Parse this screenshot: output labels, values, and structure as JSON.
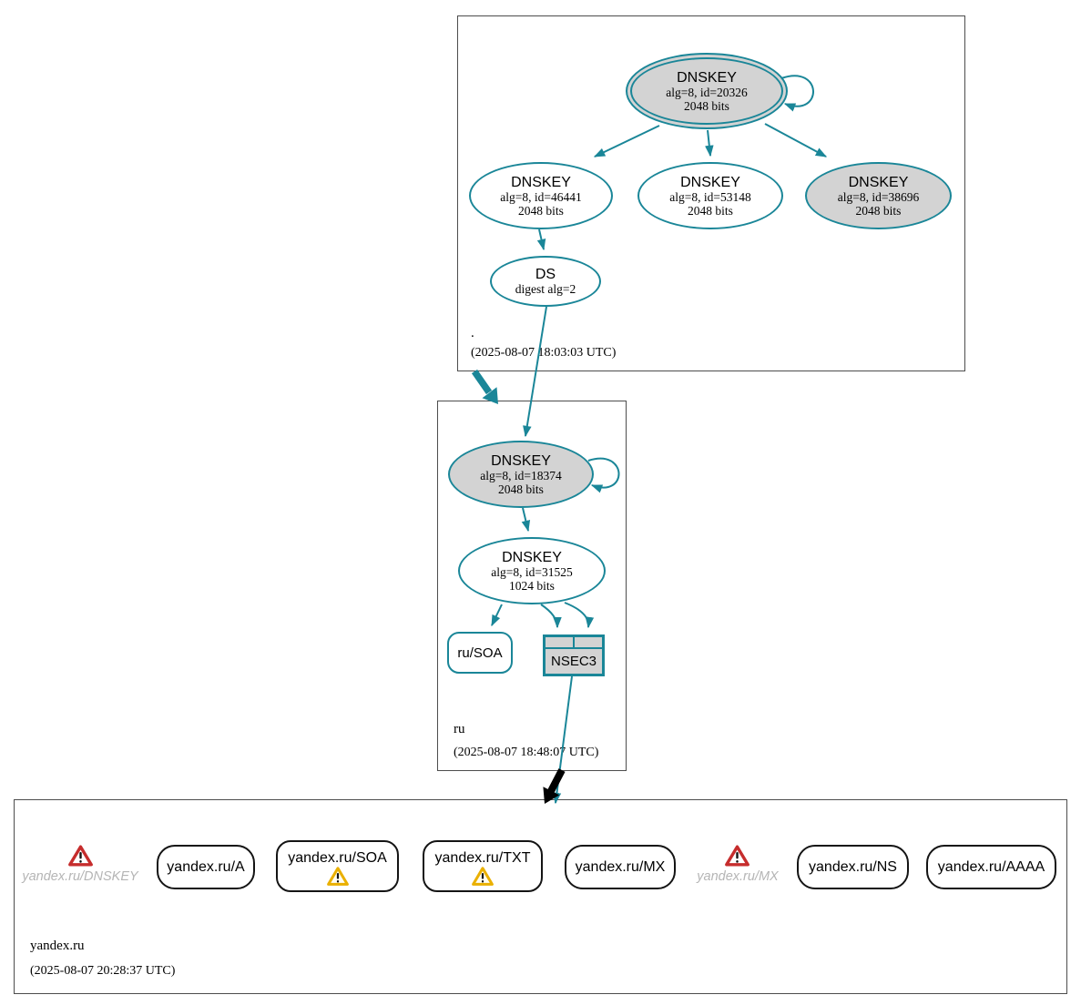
{
  "colors": {
    "edge_secure_teal": "#1a8698",
    "node_fill_gray": "#d3d3d3",
    "warning_yellow": "#eab000",
    "error_red": "#c62d2d",
    "insecure_black": "#000000",
    "ghost_text_gray": "#b5b5b5"
  },
  "zones": {
    "root": {
      "label": ".",
      "timestamp": "(2025-08-07 18:03:03 UTC)",
      "ksk": {
        "title": "DNSKEY",
        "detail1": "alg=8, id=20326",
        "detail2": "2048 bits"
      },
      "zsk1": {
        "title": "DNSKEY",
        "detail1": "alg=8, id=46441",
        "detail2": "2048 bits"
      },
      "zsk2": {
        "title": "DNSKEY",
        "detail1": "alg=8, id=53148",
        "detail2": "2048 bits"
      },
      "zsk3": {
        "title": "DNSKEY",
        "detail1": "alg=8, id=38696",
        "detail2": "2048 bits"
      },
      "ds": {
        "title": "DS",
        "detail1": "digest alg=2"
      }
    },
    "ru": {
      "label": "ru",
      "timestamp": "(2025-08-07 18:48:07 UTC)",
      "ksk": {
        "title": "DNSKEY",
        "detail1": "alg=8, id=18374",
        "detail2": "2048 bits"
      },
      "zsk": {
        "title": "DNSKEY",
        "detail1": "alg=8, id=31525",
        "detail2": "1024 bits"
      },
      "soa": {
        "label": "ru/SOA"
      },
      "nsec3": {
        "label": "NSEC3"
      }
    },
    "yandex": {
      "label": "yandex.ru",
      "timestamp": "(2025-08-07 20:28:37 UTC)",
      "dnskey_missing": {
        "label": "yandex.ru/DNSKEY"
      },
      "a": {
        "label": "yandex.ru/A"
      },
      "soa": {
        "label": "yandex.ru/SOA"
      },
      "txt": {
        "label": "yandex.ru/TXT"
      },
      "mx": {
        "label": "yandex.ru/MX"
      },
      "mx_missing": {
        "label": "yandex.ru/MX"
      },
      "ns": {
        "label": "yandex.ru/NS"
      },
      "aaaa": {
        "label": "yandex.ru/AAAA"
      }
    }
  }
}
